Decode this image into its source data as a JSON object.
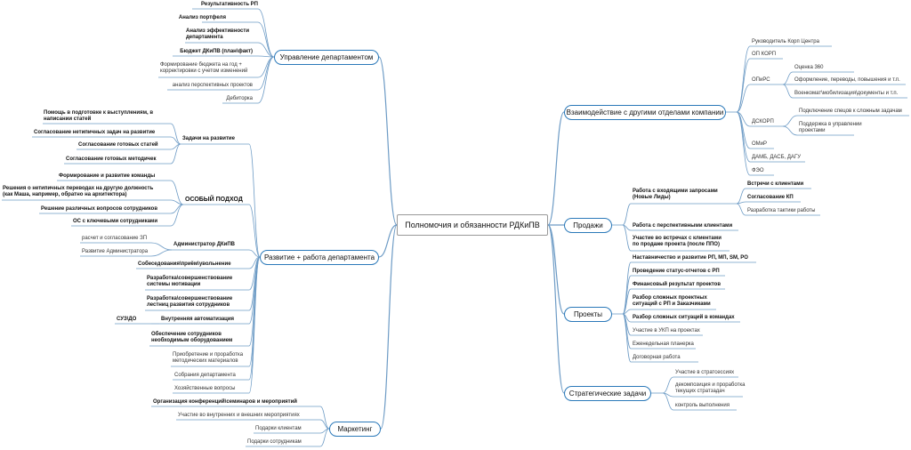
{
  "root": "Полномочия и обязанности РДКиПВ",
  "branches": {
    "upravlenie": "Управление департаментом",
    "razvitie": "Развитие + работа департамента",
    "marketing": "Маркетинг",
    "vzaim": "Взаимодействие с другими отделами компании",
    "prodazhi": "Продажи",
    "proekty": "Проекты",
    "strat": "Стратегические задачи"
  },
  "upravlenie": [
    "Результативность РП",
    "Анализ портфеля",
    "Анализ эффективности\nдепартамента",
    "Бюджет ДКиПВ (план\\факт)",
    "Формирование бюджета на год +\nкорректировки с учетом изменений",
    "анализ перспективных проектов",
    "Дебиторка"
  ],
  "razvitie": {
    "zadachi": "Задачи на развитие",
    "zadachi_items": [
      "Помощь в подготовке к выступлениям, в\nнаписании статей",
      "Согласование нетипичных задач на развитие",
      "Согласование готовых статей",
      "Согласование готовых методичек"
    ],
    "osobiy": "ОСОБЫЙ ПОДХОД",
    "osobiy_items": [
      "Формирование и развитие команды",
      "Решения о нетипичных переводах на другую должность\n(как Маша, например, обратно на архитектора)",
      "Решение различных вопросов сотрудников",
      "ОС с ключевыми сотрудниками"
    ],
    "admin": "Администратор ДКиПВ",
    "admin_items": [
      "расчет и согласование ЗП",
      "Развитие Администратора"
    ],
    "items": [
      "Собеседования\\приём\\увольнение",
      "Разработка\\совершенствование\nсистемы мотивации",
      "Разработка\\совершенствование\nлестниц развития сотрудников",
      "Внутренняя автоматизация",
      "Обеспечение сотрудников\nнеобходимым оборудованием",
      "Приобретение и проработка\nметодических материалов",
      "Собрания департамента",
      "Хозяйственные вопросы"
    ],
    "suz": "СУЗ\\ДО"
  },
  "marketing": [
    "Организация конференций\\семинаров и мероприятий",
    "Участие во внутренних и внешних мероприятиях",
    "Подарки клиентам",
    "Подарки сотрудникам"
  ],
  "vzaim": {
    "items": [
      "Руководитель Корп Центра",
      "ОП КОРП",
      "ОПиРС",
      "ДСКОРП",
      "ОМиР",
      "ДАМБ, ДАСБ, ДАГУ",
      "ФЭО"
    ],
    "opirs_items": [
      "Оценка 360",
      "Оформление, переводы, повышения и т.п.",
      "Военкомат\\мобилизация\\документы и т.п."
    ],
    "dskorp_items": [
      "Подключение спецов к сложным задачам",
      "Поддержка в управлении\nпроектами"
    ]
  },
  "prodazhi": {
    "incoming": "Работа с входящими запросами\n(Новые Лиды)",
    "incoming_items": [
      "Встречи с клиентами",
      "Согласование КП",
      "Разработка тактики работы"
    ],
    "items": [
      "Работа с перспективными клиентами",
      "Участие во встречах с клиентами\nпо продаже проекта (после ППО)"
    ]
  },
  "proekty": [
    "Наставничество и развитие РП, МП, SM, PO",
    "Проведение статус-отчетов с РП",
    "Финансовый результат проектов",
    "Разбор сложных проектных\nситуаций с РП и Заказчиками",
    "Разбор сложных ситуаций в командах",
    "Участие в УКП на проектах",
    "Еженедельная планерка",
    "Договорная работа"
  ],
  "strat": [
    "Участие в стратсессиях",
    "декомпозиция и проработка\nтекущих стратзадач",
    "контроль выполнения"
  ]
}
